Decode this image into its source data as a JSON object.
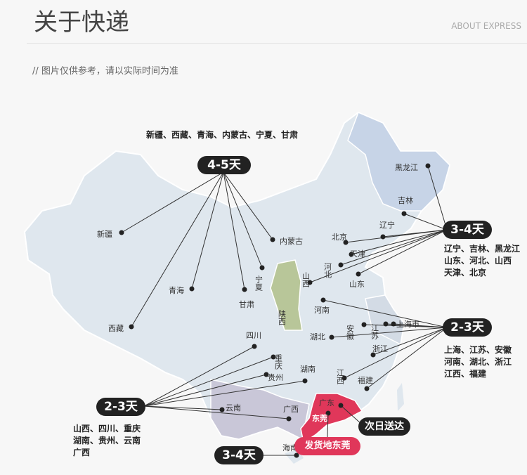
{
  "header": {
    "title": "关于快递",
    "subtitle": "ABOUT EXPRESS",
    "note": "// 图片仅供参考，请以实际时间为准"
  },
  "groups": {
    "northwest": {
      "days": "4-5天",
      "provinces": "新疆、西藏、青海、内蒙古、宁夏、甘肃"
    },
    "north": {
      "days": "3-4天",
      "lines": [
        "辽宁、吉林、黑龙江",
        "山东、河北、山西",
        "天津、北京"
      ]
    },
    "east": {
      "days": "2-3天",
      "lines": [
        "上海、江苏、安徽",
        "河南、湖北、浙江",
        "江西、福建"
      ]
    },
    "southwest": {
      "days": "2-3天",
      "lines": [
        "山西、四川、重庆",
        "湖南、贵州、云南",
        "广西"
      ]
    },
    "hainan": {
      "days": "3-4天"
    },
    "next_day": "次日送达",
    "origin": "发货地东莞"
  },
  "provinces": [
    "新疆",
    "西藏",
    "青海",
    "甘肃",
    "宁夏",
    "内蒙古",
    "黑龙江",
    "吉林",
    "辽宁",
    "北京",
    "天津",
    "河北",
    "山西",
    "山东",
    "陕西",
    "河南",
    "安徽",
    "江苏",
    "上海市",
    "湖北",
    "浙江",
    "四川",
    "重庆",
    "贵州",
    "湖南",
    "江西",
    "福建",
    "云南",
    "广西",
    "广东",
    "东莞",
    "海南"
  ],
  "colors": {
    "land": "#dfe7ee",
    "northeast": "#c7d4e7",
    "shaanxi": "#b8c699",
    "guangdong": "#e0375a",
    "southwest": "#c9c7d8",
    "pill": "#222222"
  }
}
